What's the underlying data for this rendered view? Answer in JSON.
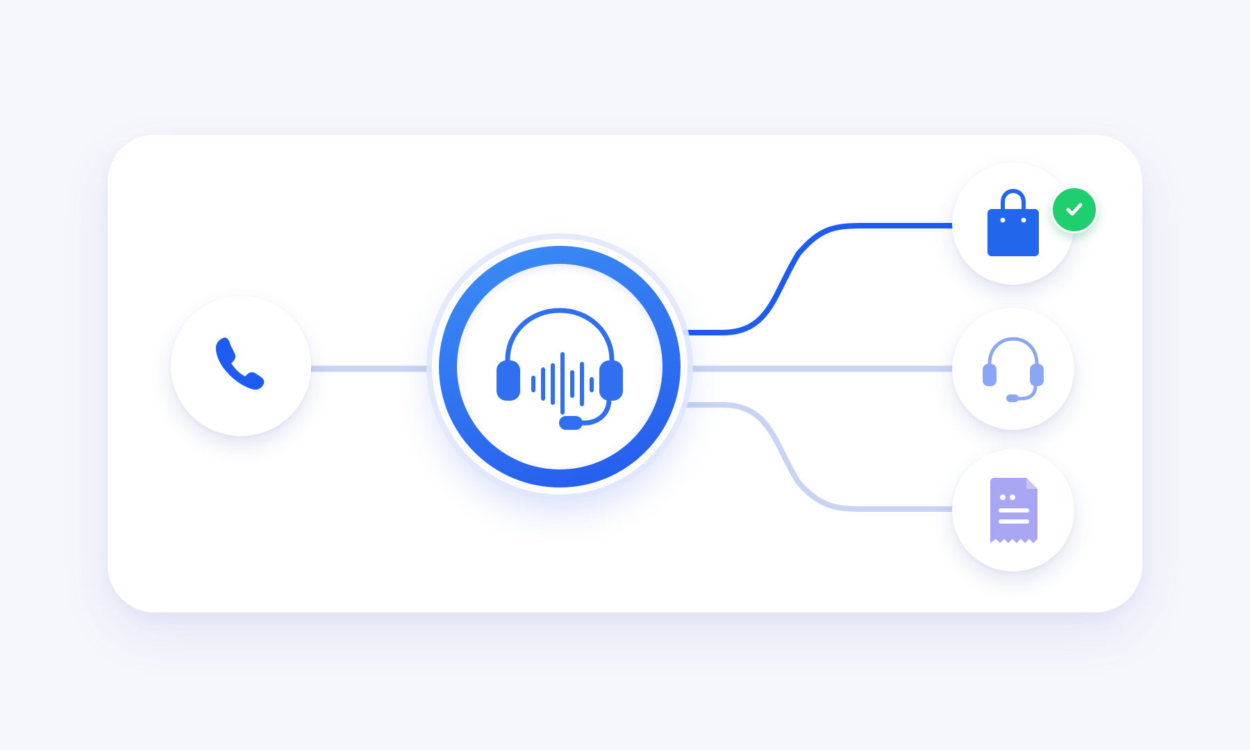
{
  "diagram": {
    "nodes": [
      {
        "id": "caller",
        "icon": "phone-icon"
      },
      {
        "id": "voice-agent-hub",
        "icon": "headset-soundwave-icon"
      },
      {
        "id": "order",
        "icon": "shopping-bag-icon",
        "badge": "check-icon"
      },
      {
        "id": "human-agent",
        "icon": "headset-icon"
      },
      {
        "id": "receipt",
        "icon": "receipt-icon"
      }
    ],
    "edges": [
      {
        "from": "caller",
        "to": "voice-agent-hub",
        "state": "inactive"
      },
      {
        "from": "voice-agent-hub",
        "to": "order",
        "state": "active"
      },
      {
        "from": "voice-agent-hub",
        "to": "human-agent",
        "state": "inactive"
      },
      {
        "from": "voice-agent-hub",
        "to": "receipt",
        "state": "inactive"
      }
    ]
  },
  "colors": {
    "background": "#f6f7fc",
    "card": "#ffffff",
    "primary_blue": "#1e5bf0",
    "hub_gradient_start": "#3c8ef5",
    "hub_gradient_end": "#2459ec",
    "inactive_line": "#c9d4f5",
    "soft_blue_icon": "#8aa6f5",
    "lavender_icon": "#a9a6f3",
    "success_green": "#1fcf6f"
  }
}
